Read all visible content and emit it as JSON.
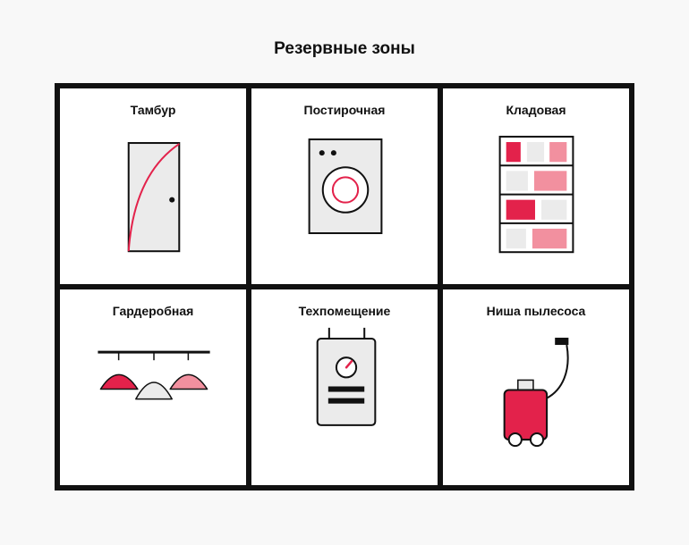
{
  "title": "Резервные зоны",
  "zones": [
    {
      "label": "Тамбур",
      "icon": "door-icon"
    },
    {
      "label": "Постирочная",
      "icon": "washing-machine-icon"
    },
    {
      "label": "Кладовая",
      "icon": "shelving-icon"
    },
    {
      "label": "Гардеробная",
      "icon": "clothes-rail-icon"
    },
    {
      "label": "Техпомещение",
      "icon": "boiler-icon"
    },
    {
      "label": "Ниша пылесоса",
      "icon": "vacuum-cleaner-icon"
    }
  ],
  "colors": {
    "accent": "#e3224b",
    "accent_light": "#f2909f",
    "fill_gray": "#ebebeb",
    "stroke": "#111111",
    "grid_line": "#111111",
    "background": "#f8f8f8"
  }
}
